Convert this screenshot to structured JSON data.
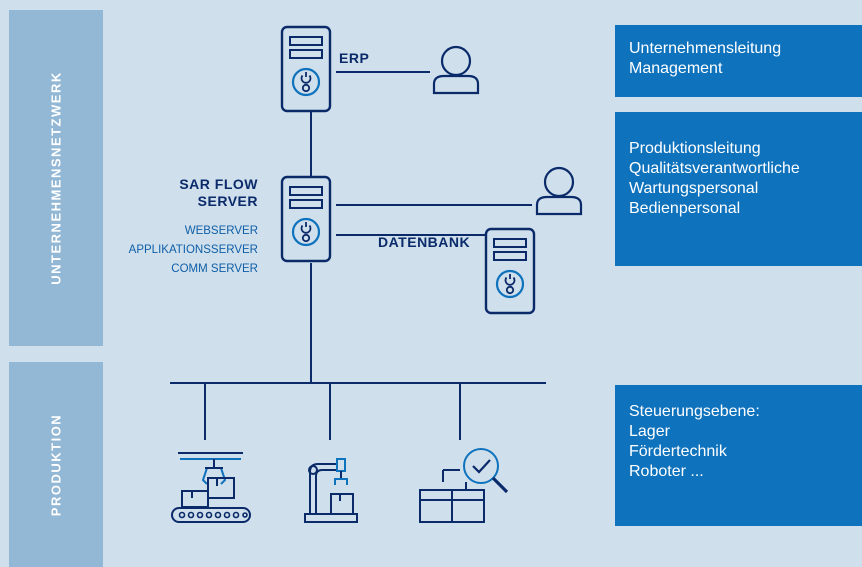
{
  "bands": {
    "top": "UNTERNEHMENSNETZWERK",
    "bottom": "PRODUKTION"
  },
  "boxes": {
    "management": [
      "Unternehmensleitung",
      "Management"
    ],
    "roles": [
      "Produktionsleitung",
      "Qualitätsverantwortliche",
      "Wartungspersonal",
      "Bedienpersonal"
    ],
    "control": [
      "Steuerungsebene:",
      "Lager",
      "Fördertechnik",
      "Roboter ..."
    ]
  },
  "labels": {
    "erp": "ERP",
    "sar_line1": "SAR FLOW",
    "sar_line2": "SERVER",
    "webserver": "WEBSERVER",
    "appserver": "APPLIKATIONSSERVER",
    "commserver": "COMM SERVER",
    "datenbank": "DATENBANK"
  },
  "icons": {
    "server": "server-tower-icon",
    "person": "person-icon",
    "conveyor": "conveyor-belt-icon",
    "robot": "robot-arm-icon",
    "inspection": "quality-inspection-icon"
  },
  "colors": {
    "background": "#cfdfeb",
    "band": "#93b8d6",
    "box": "#0f72bd",
    "line": "#0a2a6a",
    "accent": "#0f72bd"
  }
}
